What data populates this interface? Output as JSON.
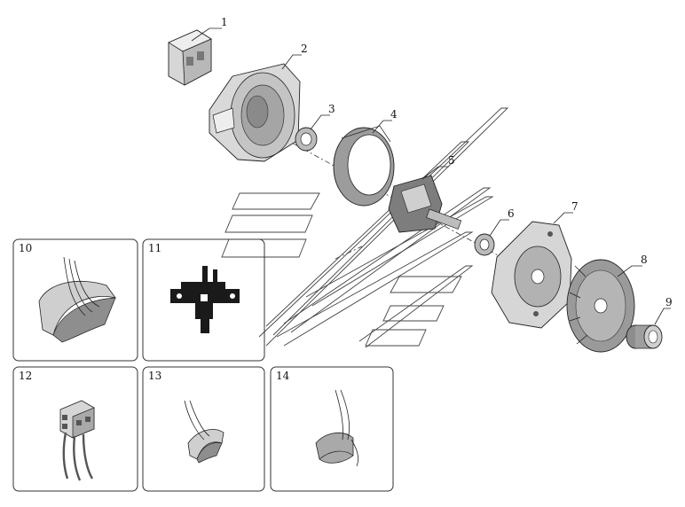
{
  "callouts": {
    "n1": "1",
    "n2": "2",
    "n3": "3",
    "n4": "4",
    "n5": "5",
    "n6": "6",
    "n7": "7",
    "n8": "8",
    "n9": "9"
  },
  "panels": {
    "p10": "10",
    "p11": "11",
    "p12": "12",
    "p13": "13",
    "p14": "14"
  },
  "colors": {
    "line": "#222222",
    "part_light": "#d6d6d6",
    "part_mid": "#a9a9a9",
    "part_dark": "#555555",
    "highlight": "#1a1a1a"
  }
}
